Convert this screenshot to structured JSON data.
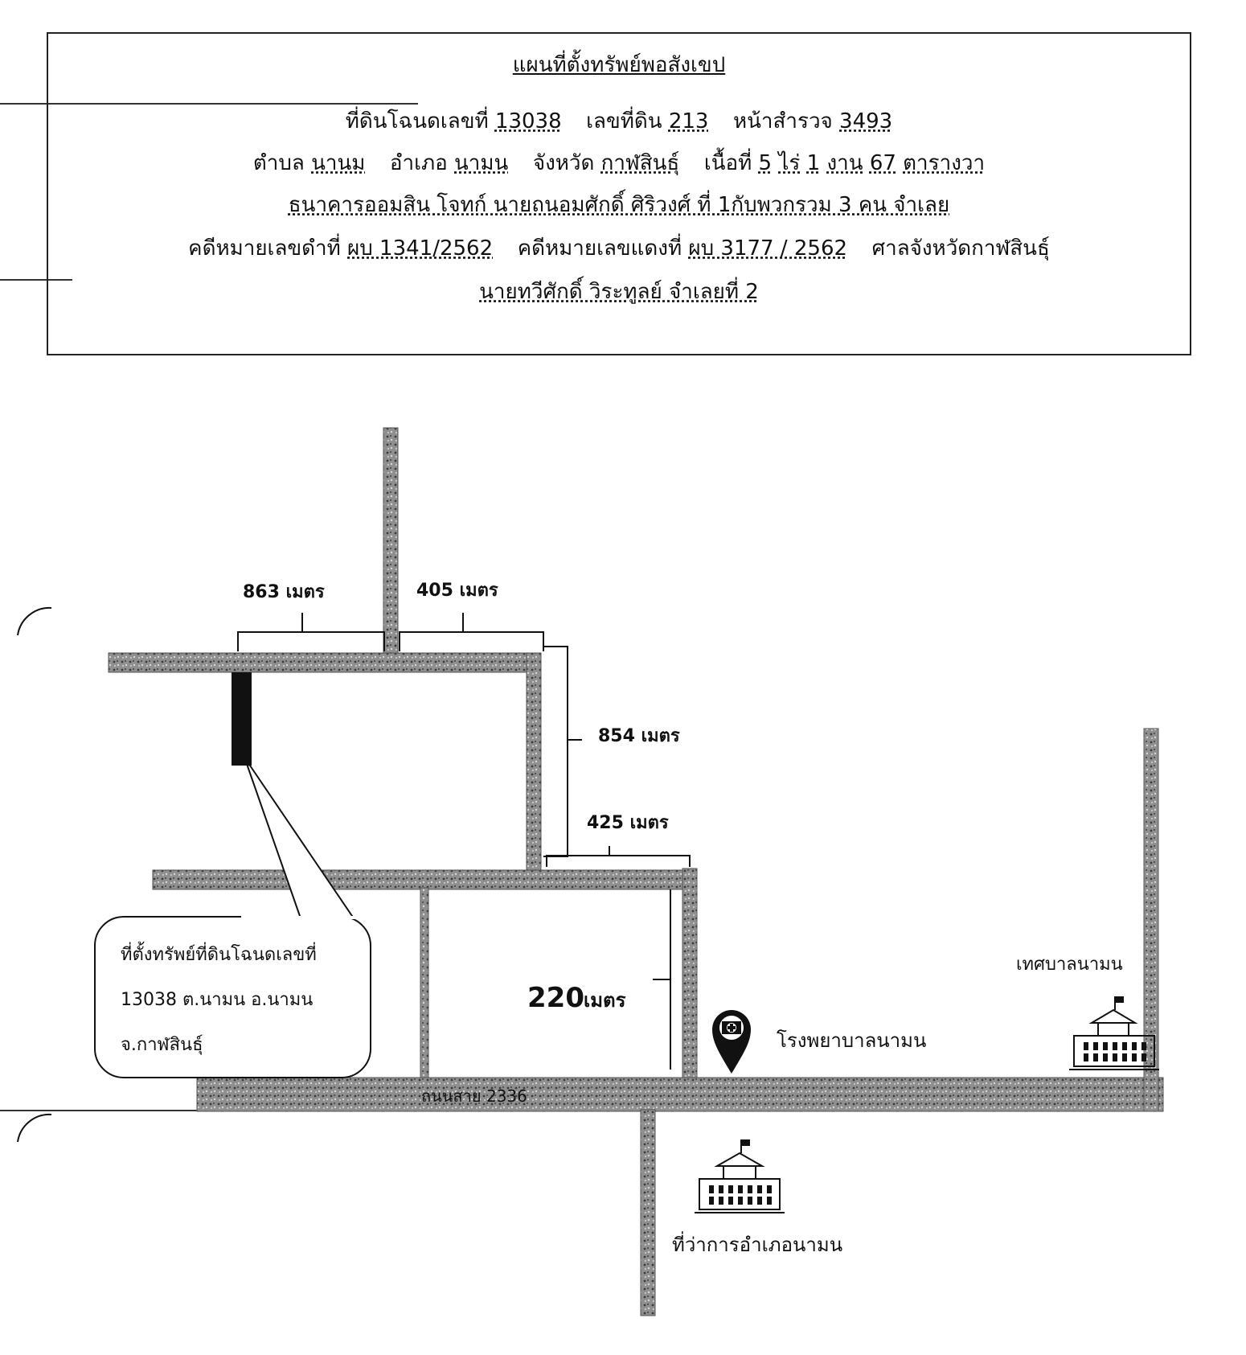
{
  "header": {
    "title": "แผนที่ตั้งทรัพย์พอสังเขป",
    "deed_label": "ที่ดินโฉนดเลขที่",
    "deed_no": "13038",
    "land_no_label": "เลขที่ดิน",
    "land_no": "213",
    "survey_page_label": "หน้าสำรวจ",
    "survey_page": "3493",
    "subdistrict_label": "ตำบล",
    "subdistrict": "นานม",
    "district_label": "อำเภอ",
    "district": "นามน",
    "province_label": "จังหวัด",
    "province": "กาฬสินธุ์",
    "area_label": "เนื้อที่",
    "area_rai": "5",
    "rai_label": "ไร่",
    "area_ngan": "1",
    "ngan_label": "งาน",
    "area_wa": "67",
    "wa_label": "ตารางวา",
    "plaintiff_line": "ธนาคารออมสิน โจทก์ นายถนอมศักดิ์ ศิริวงศ์ ที่ 1กับพวกรวม 3 คน จำเลย",
    "black_case_label": "คดีหมายเลขดำที่",
    "black_case": "ผบ 1341/2562",
    "red_case_label": "คดีหมายเลขแดงที่",
    "red_case": "ผบ 3177 / 2562",
    "court": "ศาลจังหวัดกาฬสินธุ์",
    "defendant_line": "นายทวีศักดิ์ วิระทูลย์ จำเลยที่ 2"
  },
  "map": {
    "distances": {
      "d863": "863 เมตร",
      "d405": "405 เมตร",
      "d854": "854 เมตร",
      "d425": "425 เมตร",
      "d220_value": "220",
      "d220_unit": "เมตร"
    },
    "callout": {
      "line1": "ที่ตั้งทรัพย์ที่ดินโฉนดเลขที่",
      "line2": "13038 ต.นามน อ.นามน",
      "line3": "จ.กาฬสินธุ์"
    },
    "road_label": "ถนนสาย 2336",
    "landmarks": {
      "hospital": "โรงพยาบาลนามน",
      "municipality": "เทศบาลนามน",
      "district_office": "ที่ว่าการอำเภอนามน"
    },
    "icons": [
      "map-pin-hospital-icon",
      "government-building-icon"
    ],
    "colors": {
      "road": "#8a8a8a",
      "property": "#111111",
      "ink": "#111111"
    }
  }
}
